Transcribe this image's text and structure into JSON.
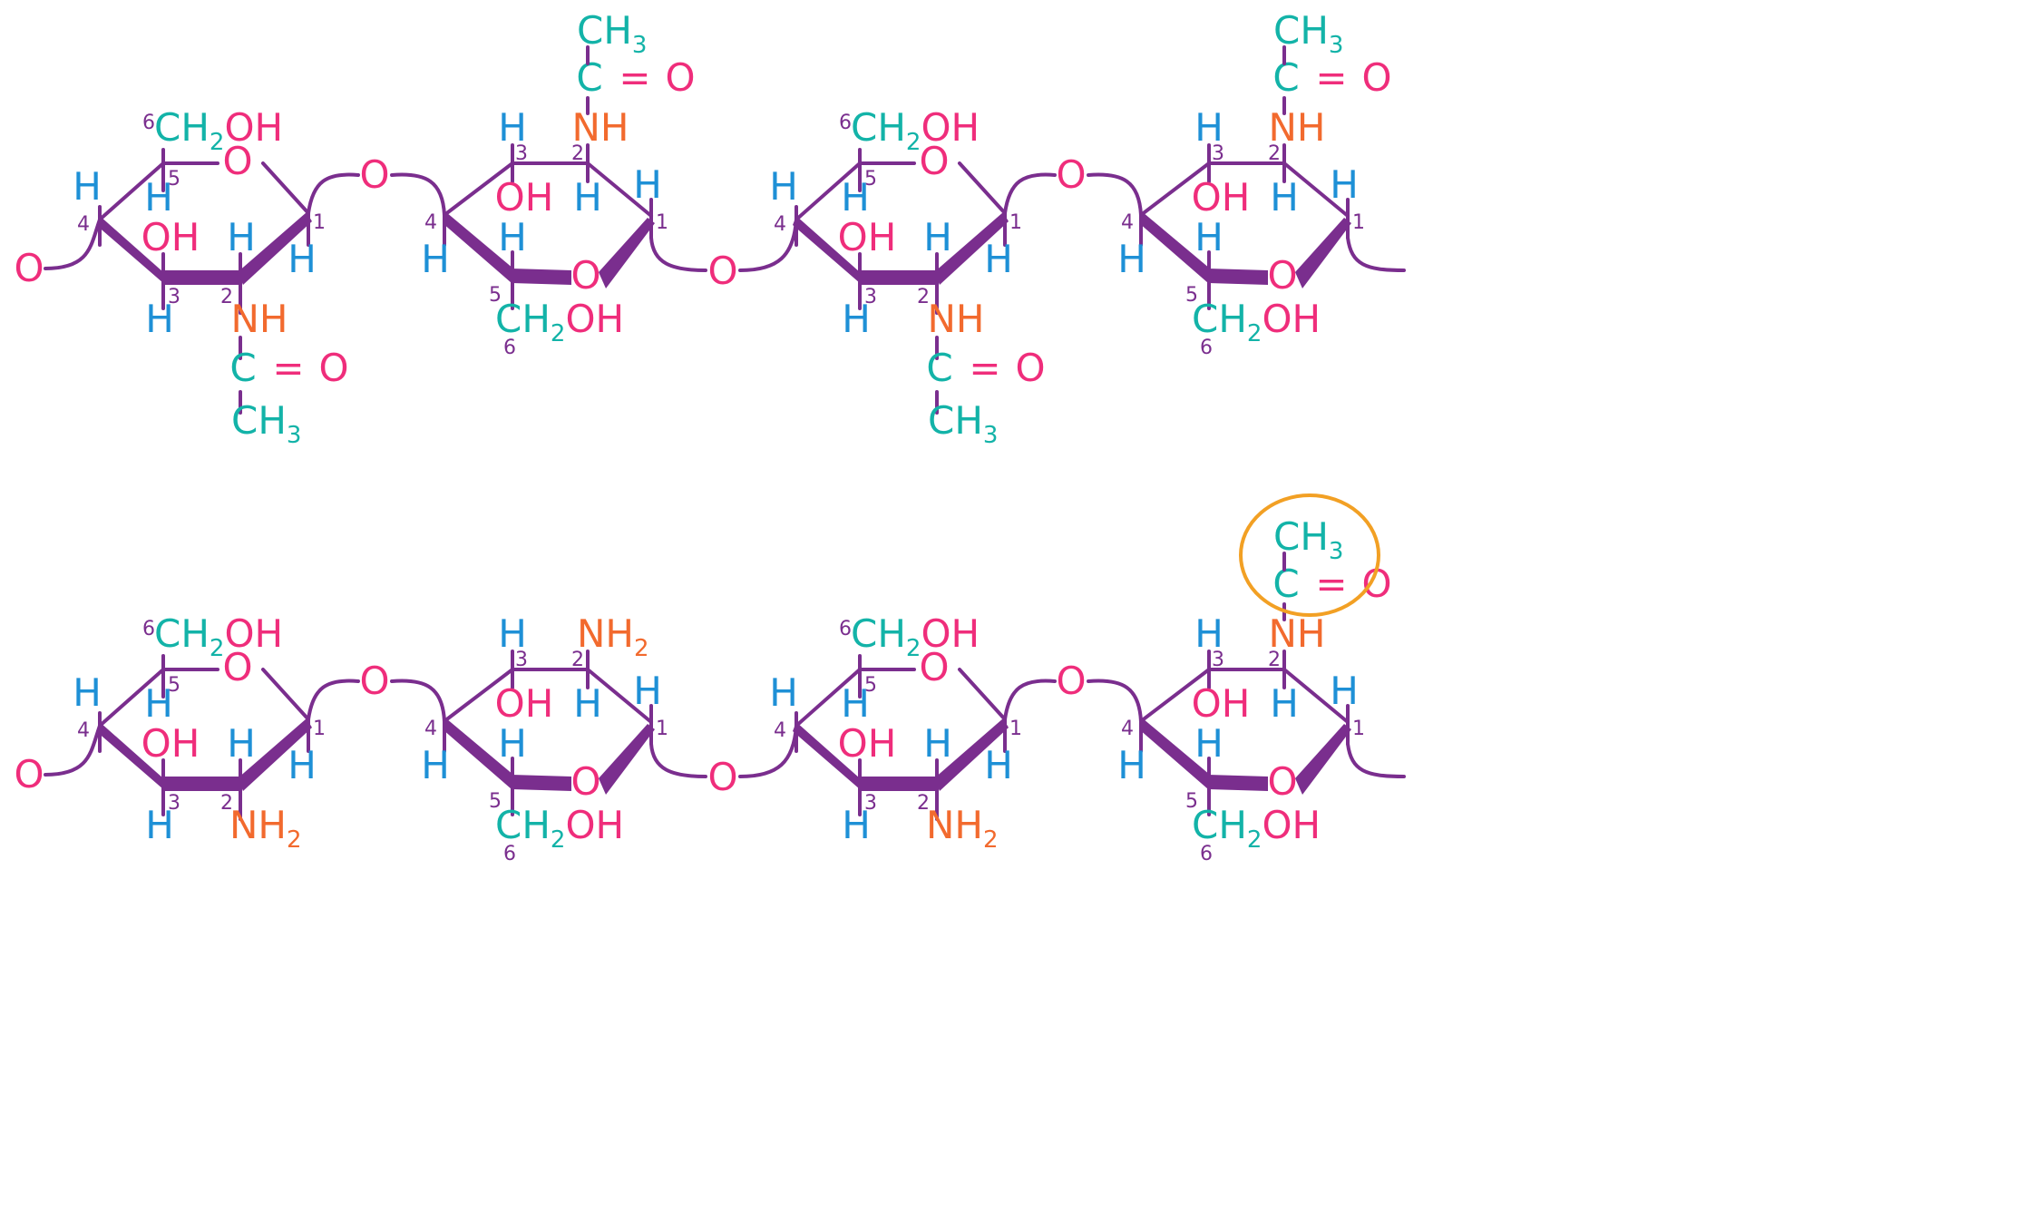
{
  "colors": {
    "bond": "#7a2e8e",
    "hydrogen": "#1e90d6",
    "oxygen": "#ef2d7b",
    "nitrogen": "#f26a2e",
    "carbon_group": "#13b3a8",
    "highlight": "#f2a024",
    "background": "#ffffff"
  },
  "molecules": [
    {
      "id": "chitin",
      "units": [
        {
          "orientation": "up",
          "c2_group": "acetamido"
        },
        {
          "orientation": "down",
          "c2_group": "acetamido"
        },
        {
          "orientation": "up",
          "c2_group": "acetamido"
        },
        {
          "orientation": "down",
          "c2_group": "acetamido"
        }
      ]
    },
    {
      "id": "chitosan",
      "units": [
        {
          "orientation": "up",
          "c2_group": "amino"
        },
        {
          "orientation": "down",
          "c2_group": "amino"
        },
        {
          "orientation": "up",
          "c2_group": "amino"
        },
        {
          "orientation": "down",
          "c2_group": "acetamido",
          "highlighted": true
        }
      ]
    }
  ],
  "labels": {
    "H": "H",
    "O": "O",
    "OH": "OH",
    "NH": "NH",
    "NH2_main": "NH",
    "NH2_sub": "2",
    "CH2OH_pre": "CH",
    "CH2OH_sub": "2",
    "CH2OH_post": "OH",
    "CH3_main": "CH",
    "CH3_sub": "3",
    "C": "C",
    "eq": "=",
    "n1": "1",
    "n2": "2",
    "n3": "3",
    "n4": "4",
    "n5": "5",
    "n6": "6"
  }
}
